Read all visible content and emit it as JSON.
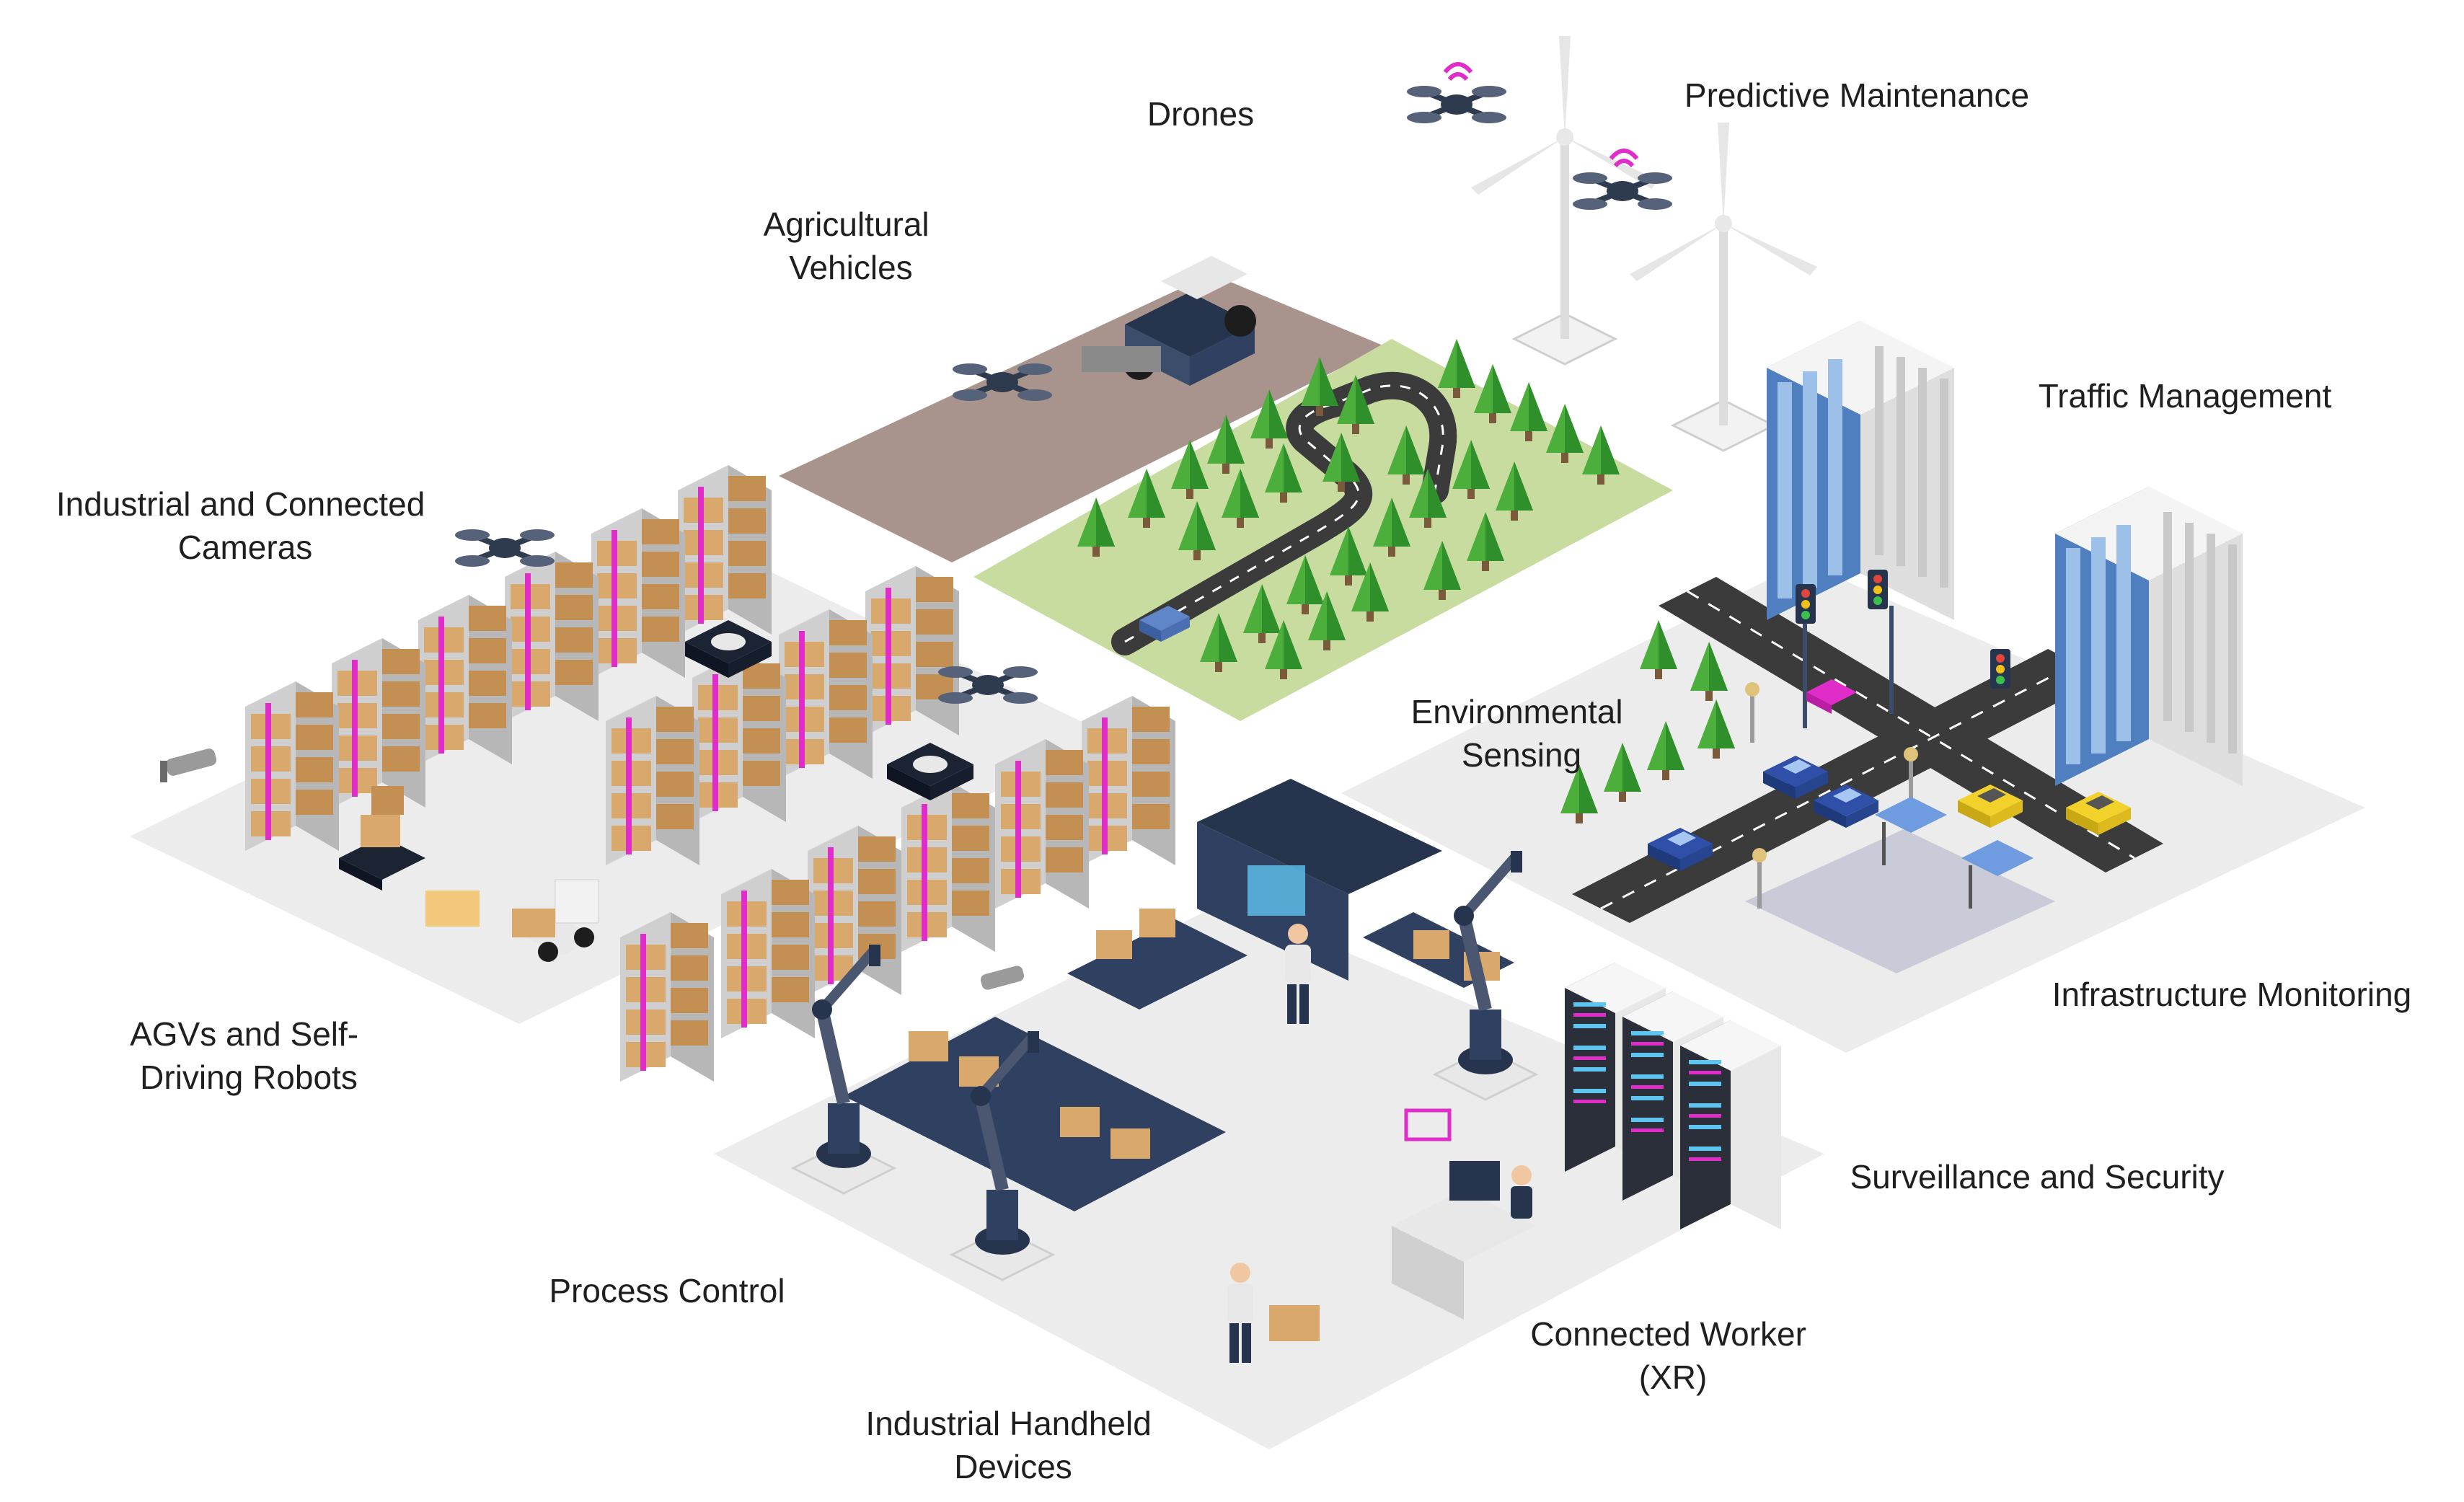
{
  "labels": {
    "drones": "Drones",
    "predictive_maintenance": "Predictive Maintenance",
    "agricultural_vehicles": [
      "Agricultural",
      "Vehicles"
    ],
    "traffic_management": "Traffic Management",
    "industrial_cameras": [
      "Industrial and Connected",
      "Cameras"
    ],
    "environmental_sensing": [
      "Environmental",
      "Sensing"
    ],
    "infrastructure_monitoring": "Infrastructure Monitoring",
    "agvs": [
      "AGVs and Self-",
      "Driving Robots"
    ],
    "surveillance_security": "Surveillance and Security",
    "process_control": "Process Control",
    "connected_worker": [
      "Connected Worker",
      "(XR)"
    ],
    "industrial_handheld": [
      "Industrial Handheld",
      "Devices"
    ]
  },
  "colors": {
    "floor": "#ececec",
    "floor_edge": "#d6d6d6",
    "field": "#a8948c",
    "grass": "#c9dca0",
    "road": "#3b3b3b",
    "tree": "#4caf3c",
    "box": "#d9a86c",
    "accent": "#e02cc8",
    "building_glass": "#4f7fbf",
    "navy": "#26354d"
  }
}
